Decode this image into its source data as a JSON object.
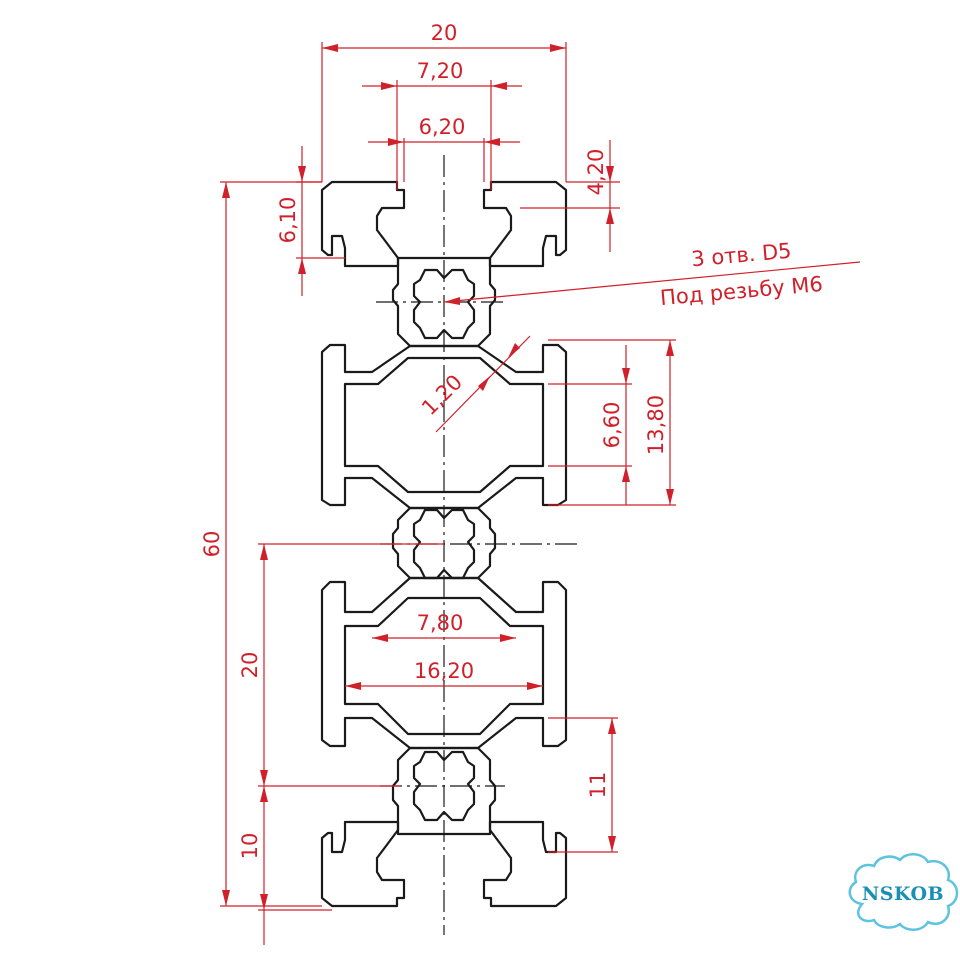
{
  "dimensions": {
    "width_total": "20",
    "slot_opening_outer": "7,20",
    "slot_opening_inner": "6,20",
    "slot_depth": "4,20",
    "lip_height": "6,10",
    "wall_thickness": "1,20",
    "inner_gap_small": "6,60",
    "inner_gap_large": "13,80",
    "length_total": "60",
    "pitch": "20",
    "first_center": "10",
    "inner_width_small": "7,80",
    "inner_width_large": "16,20",
    "slot_height": "11"
  },
  "note": {
    "line1": "3 отв. D5",
    "line2": "Под резьбу М6"
  },
  "logo": {
    "text": "NSKOB"
  },
  "colors": {
    "outline": "#1a1a1a",
    "dimension": "#d0202a",
    "logo": "#1a8fb4"
  }
}
